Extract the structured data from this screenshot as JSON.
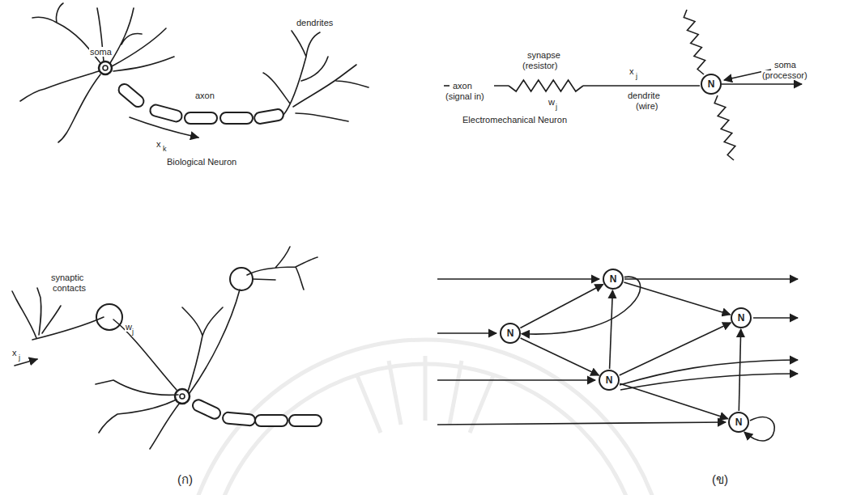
{
  "diagram": {
    "nodes": [
      {
        "text": [
          "N"
        ]
      },
      {
        "text": [
          "N"
        ]
      },
      {
        "text": [
          "N"
        ]
      },
      {
        "text": [
          "N"
        ]
      },
      {
        "text": [
          "N"
        ]
      },
      {
        "text": [
          "N"
        ]
      }
    ],
    "edges": [
      {
        "from": 2,
        "to": 1,
        "arrow": "to"
      },
      {
        "from": 1,
        "to": 2,
        "arrow": "to"
      },
      {
        "from": 2,
        "to": 4,
        "arrow": "to"
      },
      {
        "from": 4,
        "to": 1,
        "arrow": "to"
      },
      {
        "from": 1,
        "to": 3,
        "arrow": "to"
      },
      {
        "from": 4,
        "to": 3,
        "arrow": "to"
      },
      {
        "from": 4,
        "to": 5,
        "arrow": "to"
      },
      {
        "from": 5,
        "to": 3,
        "arrow": "to"
      },
      {
        "from": 5,
        "to": 5,
        "arrow": "to"
      }
    ],
    "labels": [
      "soma",
      "dendrites",
      "axon",
      "x",
      "k",
      "Biological Neuron",
      "synapse",
      "(resistor)",
      "axon",
      "(signal in)",
      "w",
      "j",
      "x",
      "j",
      "dendrite",
      "(wire)",
      "soma",
      "(processor)",
      "Electromechanical Neuron",
      "synaptic",
      "contacts",
      "w",
      "j",
      "x",
      "j",
      "(ก)",
      "(ข)"
    ]
  }
}
